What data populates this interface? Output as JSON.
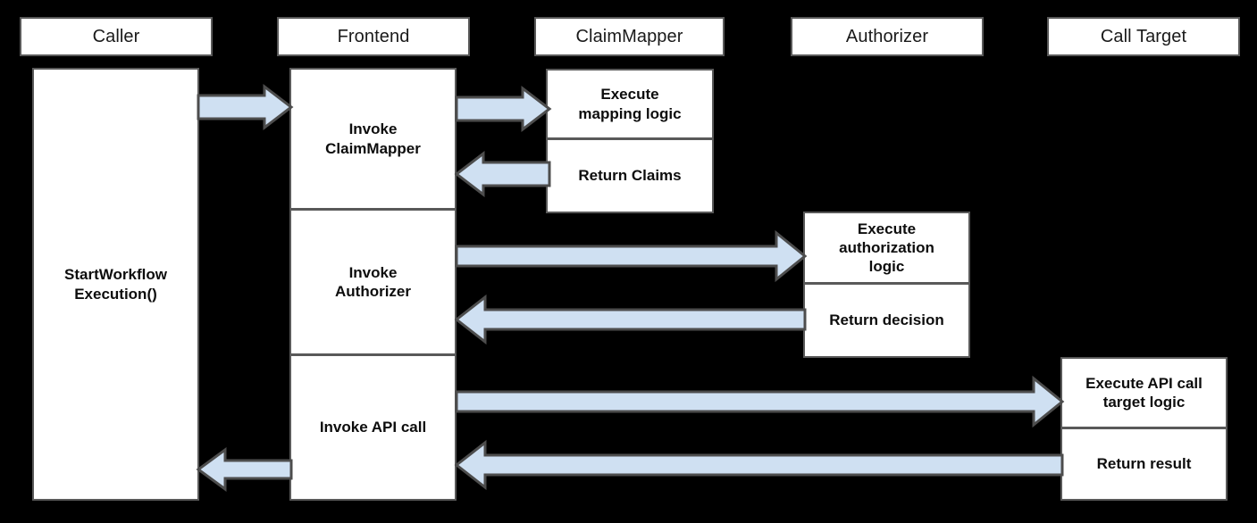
{
  "diagram": {
    "type": "sequence-diagram",
    "background_color": "#000000",
    "box_fill": "#ffffff",
    "box_border": "#595959",
    "arrow_fill": "#cfe0f2",
    "arrow_border": "#4d4d4d",
    "participants": [
      {
        "id": "caller",
        "label": "Caller"
      },
      {
        "id": "frontend",
        "label": "Frontend"
      },
      {
        "id": "claimmapper",
        "label": "ClaimMapper"
      },
      {
        "id": "authorizer",
        "label": "Authorizer"
      },
      {
        "id": "calltarget",
        "label": "Call Target"
      }
    ],
    "activations": {
      "caller": [
        {
          "id": "caller-main",
          "label": "StartWorkflow\nExecution()"
        }
      ],
      "frontend": [
        {
          "id": "fe-1",
          "label": "Invoke\nClaimMapper"
        },
        {
          "id": "fe-2",
          "label": "Invoke\nAuthorizer"
        },
        {
          "id": "fe-3",
          "label": "Invoke API call"
        }
      ],
      "claimmapper": [
        {
          "id": "cm-1",
          "label": "Execute\nmapping logic"
        },
        {
          "id": "cm-2",
          "label": "Return Claims"
        }
      ],
      "authorizer": [
        {
          "id": "az-1",
          "label": "Execute\nauthorization\nlogic"
        },
        {
          "id": "az-2",
          "label": "Return decision"
        }
      ],
      "calltarget": [
        {
          "id": "ct-1",
          "label": "Execute API call\ntarget logic"
        },
        {
          "id": "ct-2",
          "label": "Return result"
        }
      ]
    },
    "messages": [
      {
        "id": "m1",
        "from": "caller",
        "to": "frontend",
        "direction": "right"
      },
      {
        "id": "m2",
        "from": "frontend",
        "to": "claimmapper",
        "direction": "right"
      },
      {
        "id": "m3",
        "from": "claimmapper",
        "to": "frontend",
        "direction": "left"
      },
      {
        "id": "m4",
        "from": "frontend",
        "to": "authorizer",
        "direction": "right"
      },
      {
        "id": "m5",
        "from": "authorizer",
        "to": "frontend",
        "direction": "left"
      },
      {
        "id": "m6",
        "from": "frontend",
        "to": "calltarget",
        "direction": "right"
      },
      {
        "id": "m7",
        "from": "calltarget",
        "to": "frontend",
        "direction": "left"
      },
      {
        "id": "m8",
        "from": "frontend",
        "to": "caller",
        "direction": "left"
      }
    ]
  }
}
